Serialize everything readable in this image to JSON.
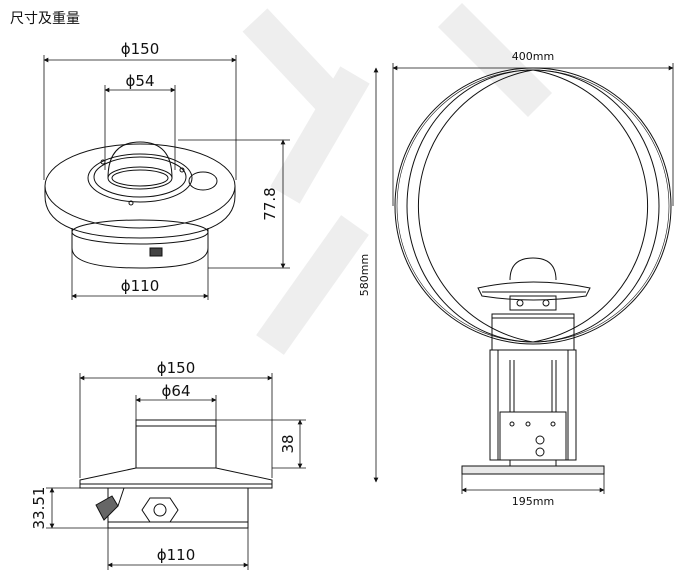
{
  "title": "尺寸及重量",
  "views": {
    "top_view": {
      "outer_diameter": "ϕ150",
      "dome_diameter": "ϕ54",
      "height": "77.8",
      "base_diameter": "ϕ110"
    },
    "side_view": {
      "outer_diameter": "ϕ150",
      "top_diameter": "ϕ64",
      "top_height": "38",
      "lower_height": "33.51",
      "base_diameter": "ϕ110"
    },
    "assembly_view": {
      "width": "400mm",
      "height": "580mm",
      "base_width": "195mm"
    }
  },
  "colors": {
    "line": "#111111",
    "watermark": "#eeeeee"
  }
}
